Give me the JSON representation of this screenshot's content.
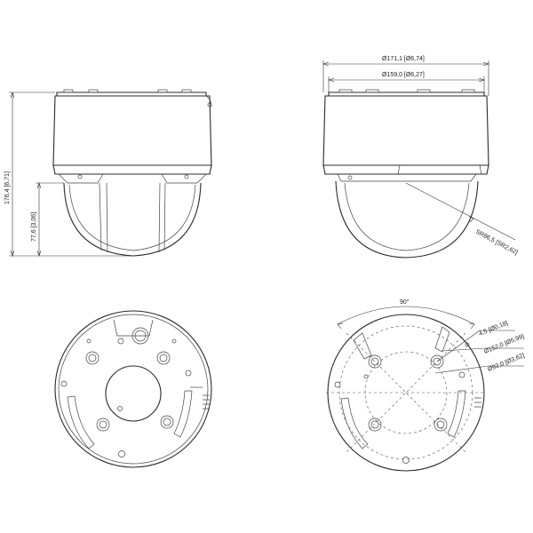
{
  "dimensions": {
    "total_height": "176,4 [6,71]",
    "dome_height": "77,6 [3,06]",
    "outer_diameter": "Ø171,1 [Ø6,74]",
    "inner_diameter": "Ø159,0 [Ø6,27]",
    "dome_radius": "SR86,5 [SR2,62]",
    "angle": "90°",
    "hole_diameter": "4,5 [Ø0,18]",
    "bolt_circle_large": "Ø152,0 [Ø5,99]",
    "bolt_circle_small": "Ø92,0 [Ø3,62]"
  },
  "views": [
    "front-side-view",
    "right-side-view",
    "bottom-view",
    "mounting-template-view"
  ]
}
